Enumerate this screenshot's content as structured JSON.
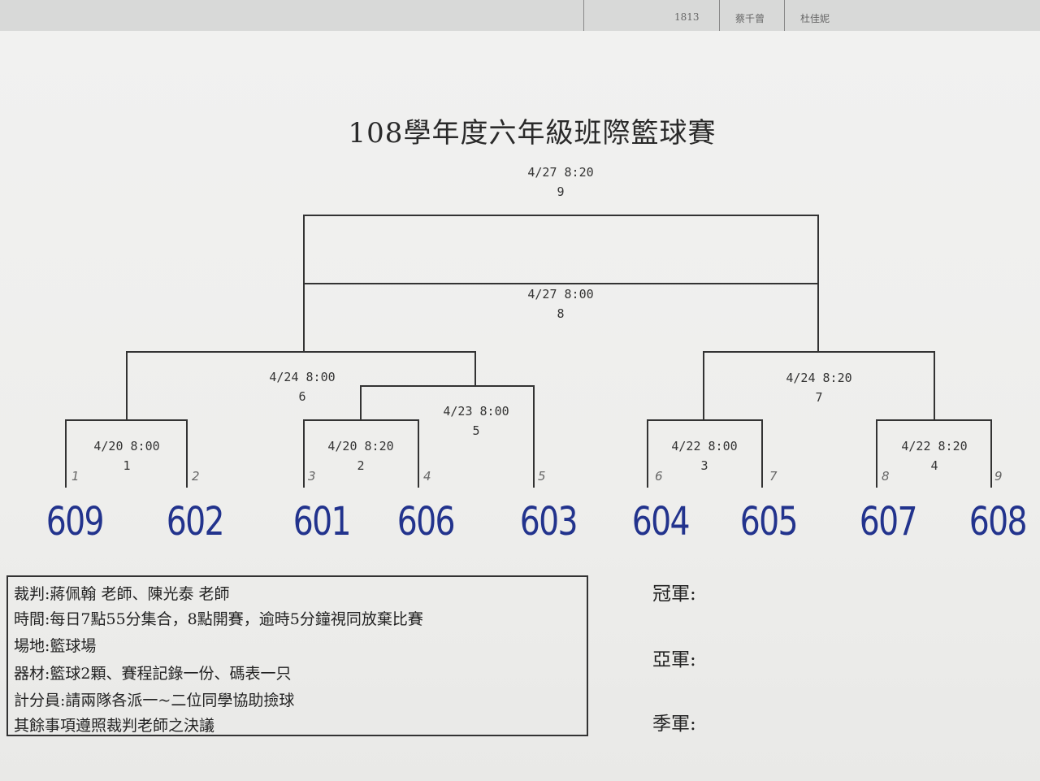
{
  "background_sheet": {
    "cells": [
      "1813",
      "蔡千曾",
      "杜佳妮"
    ]
  },
  "title": "108學年度六年級班際籃球賽",
  "matches": [
    {
      "id": "m9",
      "time": "4/27 8:20",
      "no": "9"
    },
    {
      "id": "m8",
      "time": "4/27 8:00",
      "no": "8"
    },
    {
      "id": "m6",
      "time": "4/24 8:00",
      "no": "6"
    },
    {
      "id": "m7",
      "time": "4/24 8:20",
      "no": "7"
    },
    {
      "id": "m5",
      "time": "4/23 8:00",
      "no": "5"
    },
    {
      "id": "m1",
      "time": "4/20 8:00",
      "no": "1"
    },
    {
      "id": "m2",
      "time": "4/20 8:20",
      "no": "2"
    },
    {
      "id": "m3",
      "time": "4/22 8:00",
      "no": "3"
    },
    {
      "id": "m4",
      "time": "4/22 8:20",
      "no": "4"
    }
  ],
  "teams": [
    "609",
    "602",
    "601",
    "606",
    "603",
    "604",
    "605",
    "607",
    "608"
  ],
  "seeds": [
    "1",
    "2",
    "3",
    "4",
    "5",
    "6",
    "7",
    "8",
    "9"
  ],
  "rules": [
    "裁判:蔣佩翰 老師、陳光泰 老師",
    "時間:每日7點55分集合，8點開賽，逾時5分鐘視同放棄比賽",
    "場地:籃球場",
    "器材:籃球2顆、賽程記錄一份、碼表一只",
    "計分員:請兩隊各派一~二位同學協助撿球",
    "其餘事項遵照裁判老師之決議"
  ],
  "podium": {
    "champion": "冠軍:",
    "runner_up": "亞軍:",
    "third": "季軍:"
  },
  "colors": {
    "ink": "#333333",
    "handwriting": "#22338d",
    "paper": "#efefee"
  }
}
